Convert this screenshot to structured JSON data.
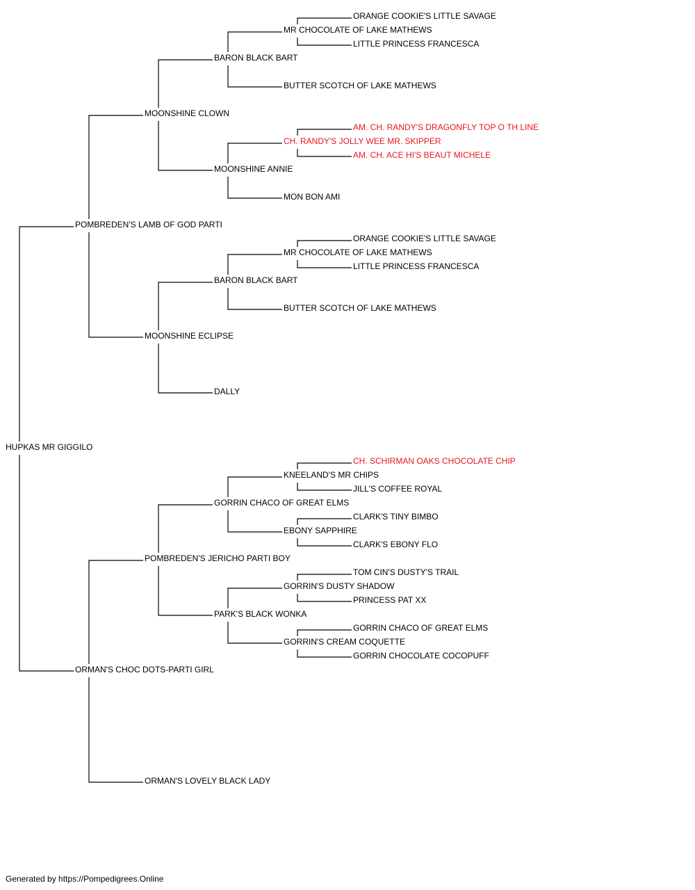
{
  "colors": {
    "text": "#000000",
    "champion": "#e8141c",
    "line": "#000000",
    "background": "#ffffff"
  },
  "pedigree": {
    "name": "HUPKAS MR GIGGILO",
    "champion": false,
    "sire": {
      "name": "POMBREDEN'S LAMB OF GOD PARTI",
      "champion": false,
      "sire": {
        "name": "MOONSHINE CLOWN",
        "champion": false,
        "sire": {
          "name": "BARON BLACK BART",
          "champion": false,
          "sire": {
            "name": "MR CHOCOLATE OF LAKE MATHEWS",
            "champion": false,
            "sire": {
              "name": "ORANGE COOKIE'S LITTLE SAVAGE",
              "champion": false
            },
            "dam": {
              "name": "LITTLE PRINCESS FRANCESCA",
              "champion": false
            }
          },
          "dam": {
            "name": "BUTTER SCOTCH OF LAKE MATHEWS",
            "champion": false
          }
        },
        "dam": {
          "name": "MOONSHINE ANNIE",
          "champion": false,
          "sire": {
            "name": "CH. RANDY'S JOLLY WEE MR. SKIPPER",
            "champion": true,
            "sire": {
              "name": "AM. CH. RANDY'S DRAGONFLY TOP O TH LINE",
              "champion": true
            },
            "dam": {
              "name": "AM. CH. ACE HI'S BEAUT MICHELE",
              "champion": true
            }
          },
          "dam": {
            "name": "MON BON AMI",
            "champion": false
          }
        }
      },
      "dam": {
        "name": "MOONSHINE ECLIPSE",
        "champion": false,
        "sire": {
          "name": "BARON BLACK BART",
          "champion": false,
          "sire": {
            "name": "MR CHOCOLATE OF LAKE MATHEWS",
            "champion": false,
            "sire": {
              "name": "ORANGE COOKIE'S LITTLE SAVAGE",
              "champion": false
            },
            "dam": {
              "name": "LITTLE PRINCESS FRANCESCA",
              "champion": false
            }
          },
          "dam": {
            "name": "BUTTER SCOTCH OF LAKE MATHEWS",
            "champion": false
          }
        },
        "dam": {
          "name": "DALLY",
          "champion": false
        }
      }
    },
    "dam": {
      "name": "ORMAN'S CHOC DOTS-PARTI GIRL",
      "champion": false,
      "sire": {
        "name": "POMBREDEN'S JERICHO PARTI BOY",
        "champion": false,
        "sire": {
          "name": "GORRIN CHACO OF GREAT ELMS",
          "champion": false,
          "sire": {
            "name": "KNEELAND'S MR CHIPS",
            "champion": false,
            "sire": {
              "name": "CH. SCHIRMAN OAKS CHOCOLATE CHIP",
              "champion": true
            },
            "dam": {
              "name": "JILL'S COFFEE ROYAL",
              "champion": false
            }
          },
          "dam": {
            "name": "EBONY SAPPHIRE",
            "champion": false,
            "sire": {
              "name": "CLARK'S TINY BIMBO",
              "champion": false
            },
            "dam": {
              "name": "CLARK'S EBONY FLO",
              "champion": false
            }
          }
        },
        "dam": {
          "name": "PARK'S BLACK WONKA",
          "champion": false,
          "sire": {
            "name": "GORRIN'S DUSTY SHADOW",
            "champion": false,
            "sire": {
              "name": "TOM CIN'S DUSTY'S TRAIL",
              "champion": false
            },
            "dam": {
              "name": "PRINCESS PAT XX",
              "champion": false
            }
          },
          "dam": {
            "name": "GORRIN'S CREAM COQUETTE",
            "champion": false,
            "sire": {
              "name": "GORRIN CHACO OF GREAT ELMS",
              "champion": false
            },
            "dam": {
              "name": "GORRIN CHOCOLATE COCOPUFF",
              "champion": false
            }
          }
        }
      },
      "dam": {
        "name": "ORMAN'S LOVELY BLACK LADY",
        "champion": false
      }
    }
  },
  "footer": {
    "text": "Generated by https://Pompedigrees.Online"
  }
}
